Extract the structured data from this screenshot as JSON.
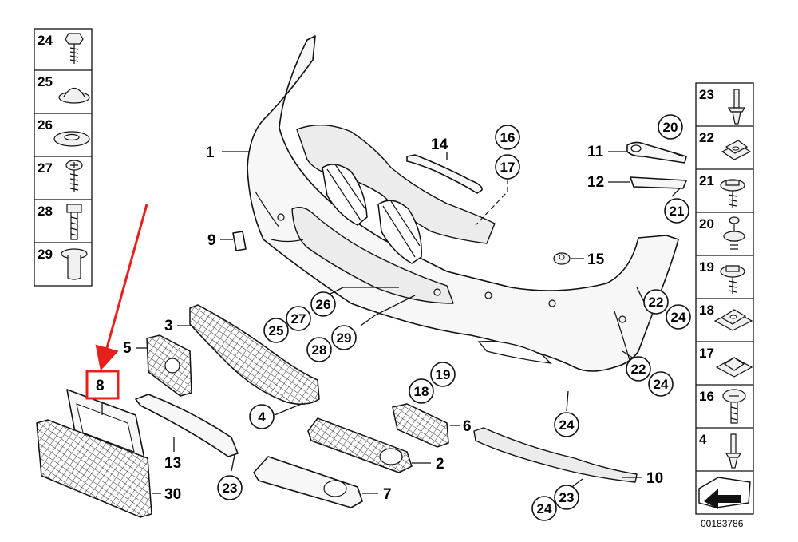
{
  "callouts": {
    "c1": "1",
    "c2": "2",
    "c3": "3",
    "c4": "4",
    "c5": "5",
    "c6": "6",
    "c7": "7",
    "c8": "8",
    "c9": "9",
    "c10": "10",
    "c11": "11",
    "c12": "12",
    "c13": "13",
    "c14": "14",
    "c15": "15",
    "c16": "16",
    "c17": "17",
    "c18": "18",
    "c19": "19",
    "c20": "20",
    "c21": "21",
    "c22": "22",
    "c23": "23",
    "c24": "24",
    "c25": "25",
    "c26": "26",
    "c27": "27",
    "c28": "28",
    "c29": "29",
    "c30": "30"
  },
  "left_legend": [
    "24",
    "25",
    "26",
    "27",
    "28",
    "29"
  ],
  "right_legend": [
    "23",
    "22",
    "21",
    "20",
    "19",
    "18",
    "17",
    "16",
    "4"
  ],
  "diagram_reference": "00183786",
  "highlight": {
    "label": "8",
    "color": "#e8201c"
  }
}
